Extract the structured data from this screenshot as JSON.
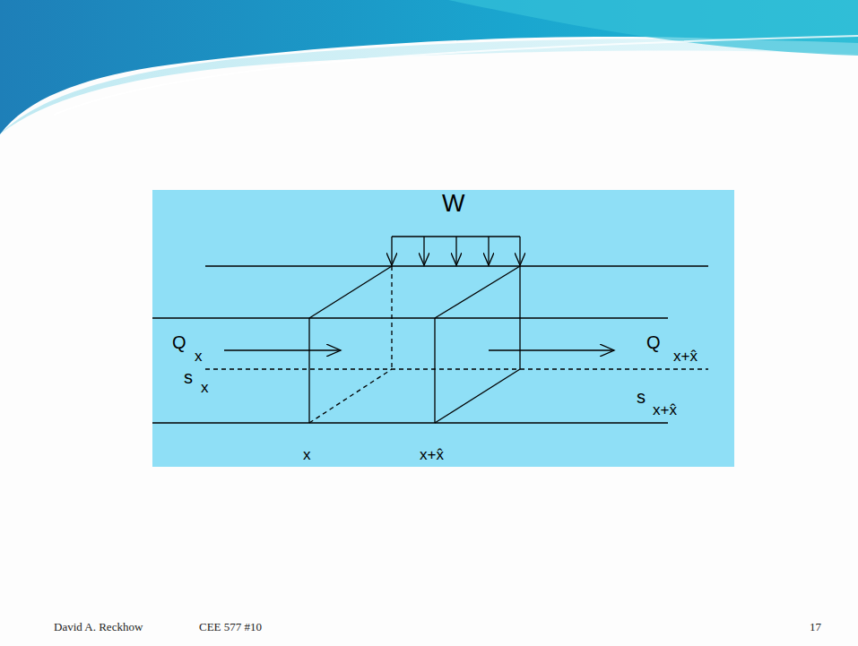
{
  "diagram": {
    "labels": [
      "W",
      "Q",
      "x",
      "s",
      "x",
      "Q",
      "x+x̂",
      "s",
      "x+x̂",
      "x",
      "x+x̂",
      "David A. Reckhow",
      "CEE 577 #10",
      "17"
    ]
  }
}
